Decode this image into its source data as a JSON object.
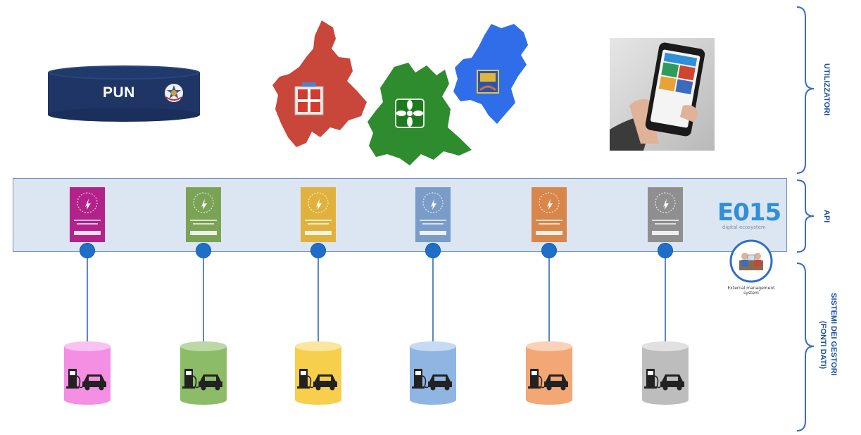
{
  "pun": {
    "label": "PUN"
  },
  "api_logo": {
    "brand": "E015",
    "subtitle": "digital ecosystem"
  },
  "external_badge": {
    "caption": "External management system"
  },
  "side_labels": {
    "users": "UTILIZZATORI",
    "api": "API",
    "operators_line1": "SISTEMI DEI GESTORI",
    "operators_line2": "(FONTI DATI)"
  },
  "api_cards": [
    {
      "color": "#b2228a"
    },
    {
      "color": "#7aa356"
    },
    {
      "color": "#e0b13d"
    },
    {
      "color": "#7a9cc8"
    },
    {
      "color": "#d9864a"
    },
    {
      "color": "#8f8f8f"
    }
  ],
  "datastores": [
    {
      "color": "#f48fe4",
      "top": "#f9c2f1",
      "icon": "fuel-ev-car-icon"
    },
    {
      "color": "#8cbc67",
      "top": "#bcd9a5",
      "icon": "fuel-ev-car-icon"
    },
    {
      "color": "#f7cf4c",
      "top": "#fbe6a0",
      "icon": "fuel-ev-car-icon"
    },
    {
      "color": "#8fb5e3",
      "top": "#c6dbf3",
      "icon": "fuel-ev-car-icon"
    },
    {
      "color": "#f3a775",
      "top": "#f9d2b8",
      "icon": "fuel-ev-car-icon"
    },
    {
      "color": "#bdbdbd",
      "top": "#e1e1e1",
      "icon": "fuel-ev-car-icon"
    }
  ],
  "regions": [
    {
      "name_icon": "piemonte-region-icon",
      "color": "#c8473a"
    },
    {
      "name_icon": "lombardia-region-icon",
      "color": "#2e8b2e"
    },
    {
      "name_icon": "veneto-region-icon",
      "color": "#2f6ee8"
    }
  ],
  "colors": {
    "band": "#dce6f2",
    "connector": "#5b86c7",
    "node": "#1f6fc9",
    "pun": "#1f3566"
  }
}
